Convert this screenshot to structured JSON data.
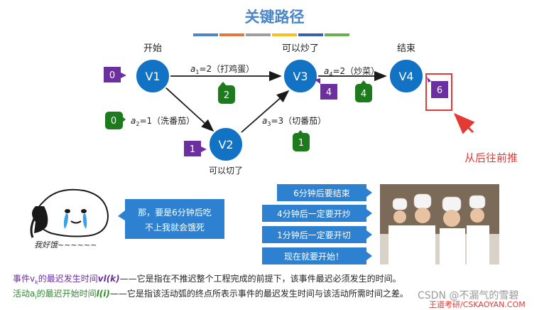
{
  "title": "关键路径",
  "color_bar": [
    "#4a86c8",
    "#e07a3a",
    "#9e9e9e",
    "#f4c21a",
    "#3a5fb0",
    "#6ab04c"
  ],
  "colors": {
    "node_blue": "#1273c5",
    "purple": "#6b2fa0",
    "green": "#1d7a1d",
    "blue_box": "#2e80d0",
    "red": "#e53935"
  },
  "nodes": [
    {
      "id": "V1",
      "label": "V1",
      "caption": "开始"
    },
    {
      "id": "V2",
      "label": "V2",
      "caption": "可以切了"
    },
    {
      "id": "V3",
      "label": "V3",
      "caption": "可以炒了"
    },
    {
      "id": "V4",
      "label": "V4",
      "caption": "结束"
    }
  ],
  "edges": [
    {
      "from": "V1",
      "to": "V3",
      "var": "a",
      "sub": "1",
      "rest": "=2（打鸡蛋）"
    },
    {
      "from": "V1",
      "to": "V2",
      "var": "a",
      "sub": "2",
      "rest": "=1（洗番茄）"
    },
    {
      "from": "V2",
      "to": "V3",
      "var": "a",
      "sub": "3",
      "rest": "=3（切番茄）"
    },
    {
      "from": "V3",
      "to": "V4",
      "var": "a",
      "sub": "4",
      "rest": "=2（炒菜）"
    }
  ],
  "purple_badges": {
    "v1": "0",
    "v2": "1",
    "v3": "4",
    "v4": "6"
  },
  "green_badges": {
    "a1": "2",
    "a2": "0",
    "a3": "1",
    "a4": "4"
  },
  "speech": "那，要是6分钟后吃\n不上我就会饿死",
  "hungry_caption": "我好饿~~~~~~",
  "callouts": [
    "6分钟后要结束",
    "4分钟后一定要开炒",
    "1分钟后一定要开切",
    "现在就要开始！"
  ],
  "right_note": "从后往前推",
  "footer": {
    "line1": {
      "a": "事件v",
      "b": "k",
      "c": "的最迟发生时间",
      "d": "vl(k)",
      "e": "——它是指在不推迟整个工程完成的前提下，该事件最迟必须发生的时间。"
    },
    "line2": {
      "a": "活动a",
      "b": "i",
      "c": "的最迟开始时间",
      "d": "l(i)",
      "e": "——它是指该活动弧的终点所表示事件的最迟发生时间与该活动所需时间之差。"
    }
  },
  "watermark": "CSDN @不漏气的雪碧",
  "brand": "王道考研/CSKAOYAN.COM"
}
